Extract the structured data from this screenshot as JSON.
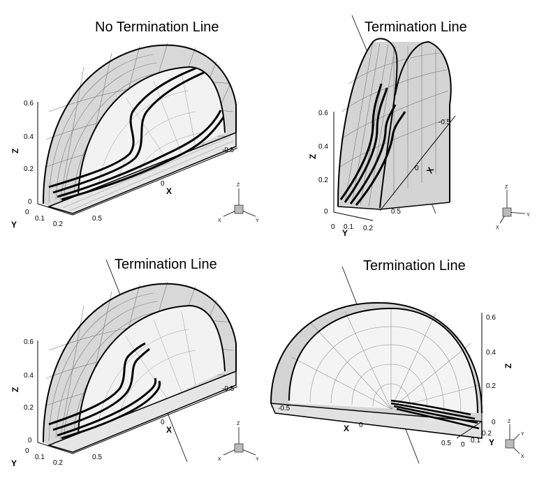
{
  "panels": [
    {
      "title": "No Termination Line",
      "z_ticks": [
        "0.6",
        "0.4",
        "0.2",
        "0"
      ],
      "z_label": "Z",
      "y_ticks": [
        "0",
        "0.1",
        "0.2"
      ],
      "y_label": "Y",
      "x_ticks": [
        "0.5",
        "0",
        "-0.5"
      ],
      "x_label": "X",
      "triad": {
        "z": "Z",
        "x": "X",
        "y": "Y"
      }
    },
    {
      "title": "Termination Line",
      "z_ticks": [
        "0.6",
        "0.4",
        "0.2",
        "0"
      ],
      "z_label": "Z",
      "y_ticks": [
        "0",
        "0.1",
        "0.2"
      ],
      "y_label": "Y",
      "x_ticks": [
        "0.5",
        "0",
        "-0.5"
      ],
      "x_label": "X",
      "triad": {
        "z": "Z",
        "x": "X",
        "y": "Y"
      }
    },
    {
      "title": "Termination Line",
      "z_ticks": [
        "0.6",
        "0.4",
        "0.2",
        "0"
      ],
      "z_label": "Z",
      "y_ticks": [
        "0",
        "0.1",
        "0.2"
      ],
      "y_label": "Y",
      "x_ticks": [
        "0.5",
        "0",
        "-0.5"
      ],
      "x_label": "X",
      "triad": {
        "z": "Z",
        "x": "X",
        "y": "Y"
      }
    },
    {
      "title": "Termination Line",
      "z_ticks": [
        "0.6",
        "0.4",
        "0.2",
        "0"
      ],
      "z_label": "Z",
      "y_ticks": [
        "0",
        "0.1",
        "0.2"
      ],
      "y_label": "Y",
      "x_ticks": [
        "-0.5",
        "0",
        "0.5"
      ],
      "x_label": "X",
      "triad": {
        "z": "Z",
        "x": "X",
        "y": "Y"
      }
    }
  ]
}
